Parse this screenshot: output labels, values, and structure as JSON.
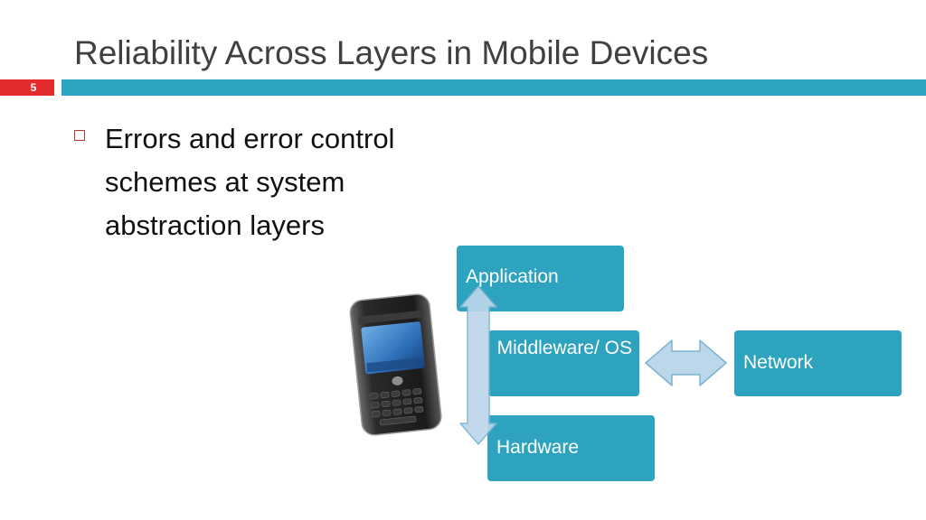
{
  "slide": {
    "title": "Reliability Across Layers in Mobile Devices",
    "number": "5",
    "bullet": "Errors and error control schemes at system abstraction layers"
  },
  "diagram": {
    "nodes": {
      "application": "Application",
      "middleware": "Middleware/ OS",
      "hardware": "Hardware",
      "network": "Network"
    },
    "arrows": [
      "vertical-double-arrow",
      "horizontal-double-arrow"
    ],
    "image": "smartphone-image"
  },
  "colors": {
    "accent_red": "#e32b2e",
    "accent_teal": "#2ea3bf",
    "arrow_fill": "#bcd6ea",
    "arrow_stroke": "#7ab4cf"
  }
}
